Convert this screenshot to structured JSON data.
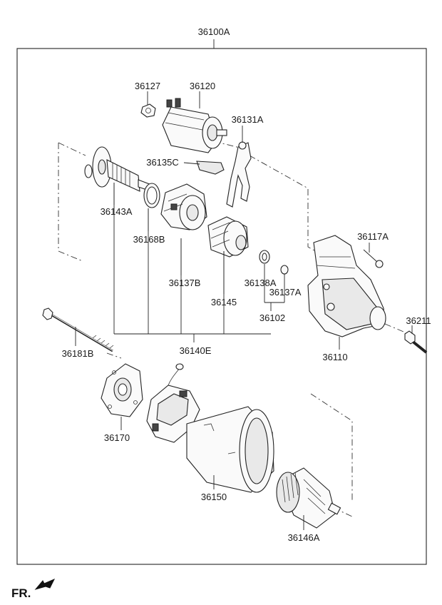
{
  "diagram": {
    "front_label": "FR.",
    "labels": {
      "assembly": "36100A",
      "nut": "36127",
      "solenoid": "36120",
      "lever": "36131A",
      "lever_holder": "36135C",
      "shaft": "36143A",
      "ring": "36168B",
      "clutch": "36137B",
      "gear": "36145",
      "stopper": "36138A",
      "snap_ring": "36137A",
      "stop_ring_kit": "36102",
      "screw": "36117A",
      "bolt": "36211",
      "housing": "36110",
      "through_bolt": "36181B",
      "drive_kit": "36140E",
      "end_frame": "36170",
      "yoke": "36150",
      "armature": "36146A"
    }
  }
}
